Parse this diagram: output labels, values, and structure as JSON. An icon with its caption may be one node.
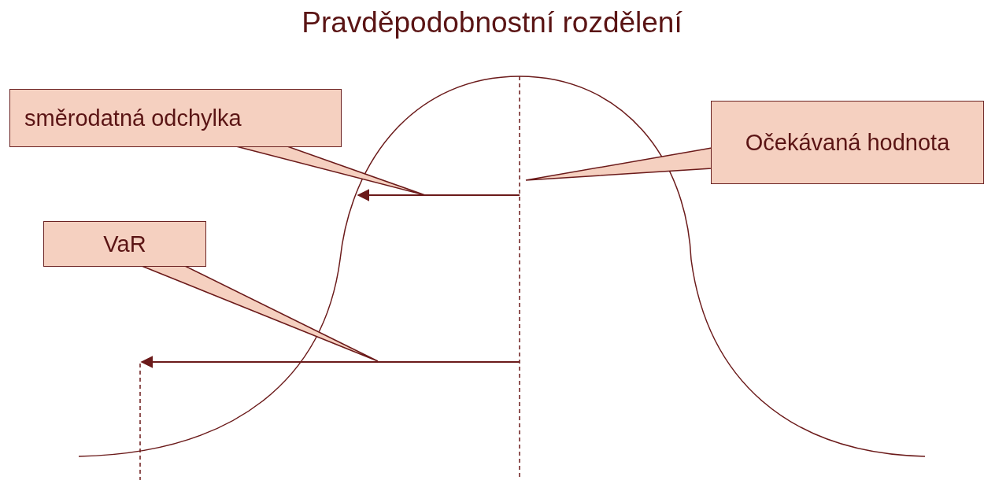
{
  "diagram": {
    "title": "Pravděpodobnostní rozdělení",
    "nodes": [
      {
        "text": [
          "směrodatná odchylka"
        ]
      },
      {
        "text": [
          "Očekávaná hodnota"
        ]
      },
      {
        "text": [
          "VaR"
        ]
      },
      {
        "text": [],
        "shape": "arrow"
      },
      {
        "text": [],
        "shape": "line"
      },
      {
        "text": [],
        "shape": "arrow"
      }
    ],
    "edges": [
      {
        "from": 0,
        "to": 3,
        "arrow": "none"
      },
      {
        "from": 1,
        "to": 4,
        "arrow": "none"
      },
      {
        "from": 2,
        "to": 5,
        "arrow": "none"
      }
    ]
  }
}
